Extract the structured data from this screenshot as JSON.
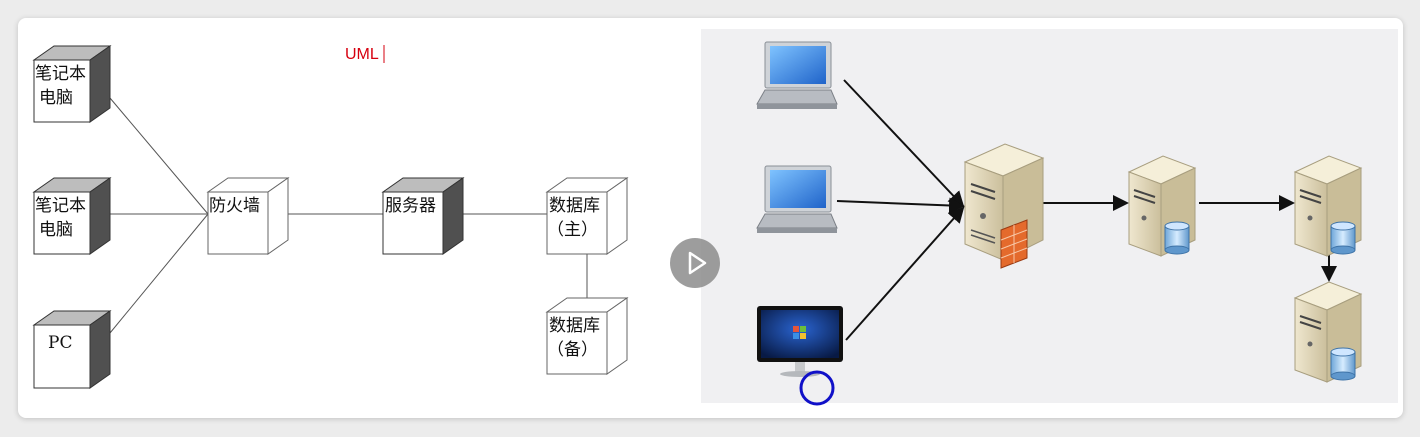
{
  "uml_diagram": {
    "caption": "UML",
    "nodes": {
      "laptop1": [
        "笔记本",
        "电脑"
      ],
      "laptop2": [
        "笔记本",
        "电脑"
      ],
      "pc": [
        "PC"
      ],
      "firewall": [
        "防火墙"
      ],
      "server": [
        "服务器"
      ],
      "db_primary": [
        "数据库",
        "（主）"
      ],
      "db_backup": [
        "数据库",
        "（备）"
      ]
    }
  },
  "video": {
    "play_icon": "play-icon"
  },
  "colors": {
    "caption": "#d6000f",
    "cube_dark": "#505050",
    "panel_bg": "#f0f0f2",
    "cursor_ring": "#1010c8"
  }
}
